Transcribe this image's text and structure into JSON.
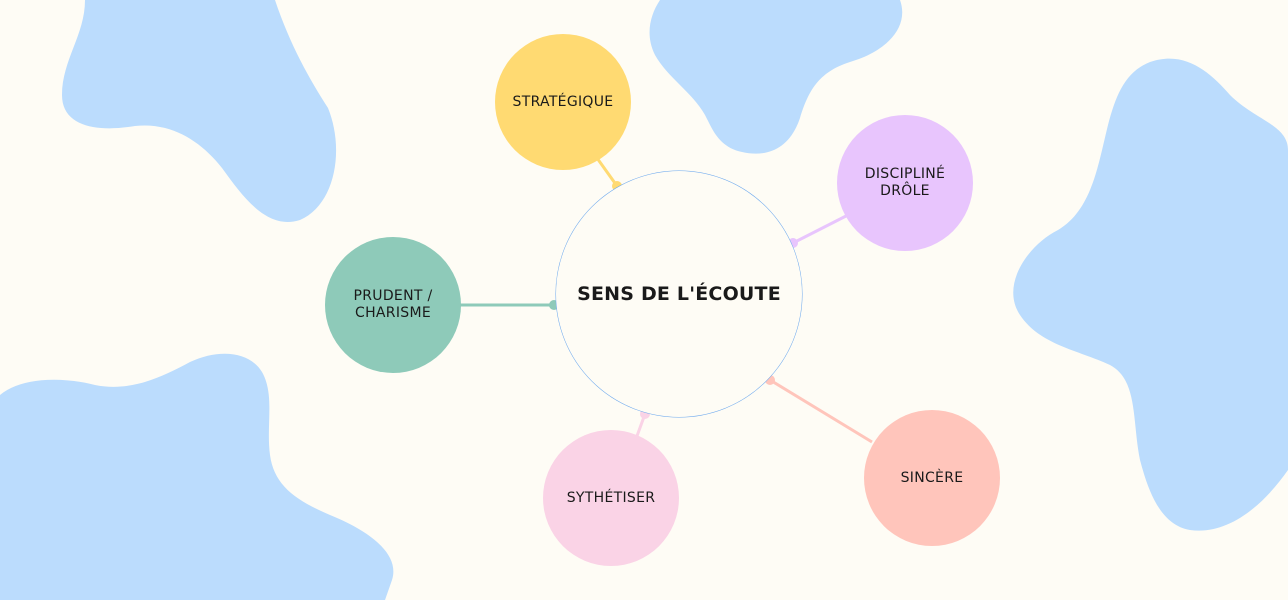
{
  "colors": {
    "background": "#fefcf5",
    "blob": "#bbdcfd",
    "center_ring": "#6aa7ee",
    "strategique": "#ffda72",
    "discipline": "#e8c5fd",
    "prudent": "#8ecab9",
    "sincere": "#ffc5bb",
    "synthese": "#fad3e6"
  },
  "center": {
    "label": "SENS DE L'ÉCOUTE"
  },
  "nodes": {
    "strategique": {
      "lines": [
        "STRATÉGIQUE"
      ]
    },
    "discipline": {
      "lines": [
        "DISCIPLINÉ",
        "DRÔLE"
      ]
    },
    "prudent": {
      "lines": [
        "PRUDENT /",
        "CHARISME"
      ]
    },
    "sincere": {
      "lines": [
        "SINCÈRE"
      ]
    },
    "synthese": {
      "lines": [
        "SYTHÉTISER"
      ]
    }
  }
}
